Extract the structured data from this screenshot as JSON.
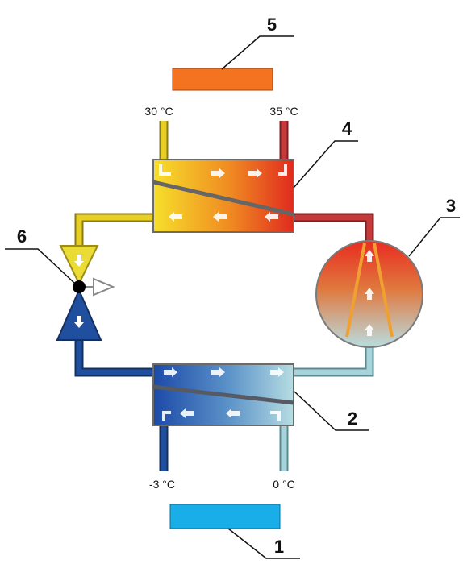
{
  "labels": {
    "one": "1",
    "two": "2",
    "three": "3",
    "four": "4",
    "five": "5",
    "six": "6"
  },
  "temperatures": {
    "hot_in": "30 °C",
    "hot_out": "35 °C",
    "cold_in": "-3 °C",
    "cold_out": "0 °C"
  },
  "colors": {
    "heat_sink_block": "#f47320",
    "heat_source_block": "#19aee8",
    "warm_pipe": "#e6cf1f",
    "hot_pipe": "#c53a3a",
    "cold_pipe": "#1f4f9e",
    "cool_pipe": "#8ec3cc",
    "compressor_top": "#e93a2a",
    "compressor_bottom": "#b9dde0"
  },
  "icons": {
    "expansion_valve": "expansion-valve-icon",
    "compressor": "compressor-icon",
    "flow_arrow": "flow-arrow-icon"
  }
}
